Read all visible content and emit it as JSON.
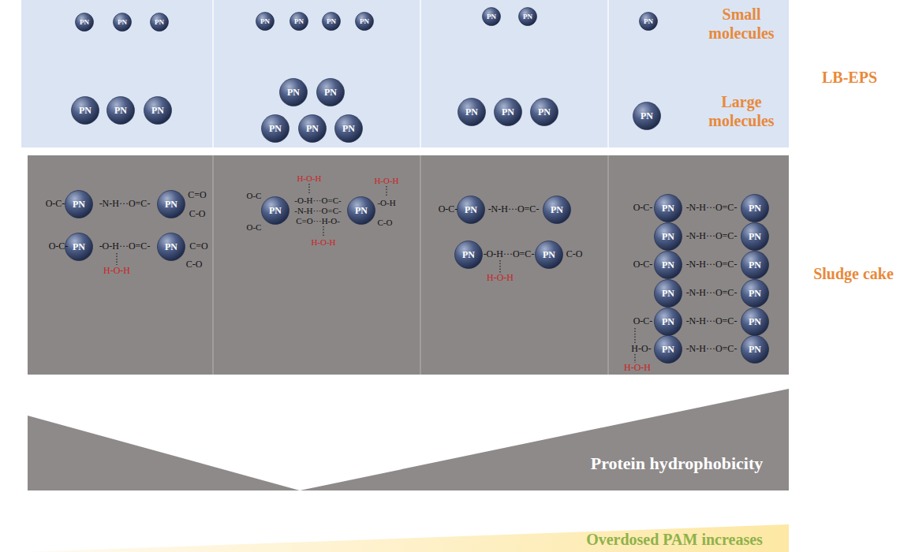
{
  "diagram": {
    "nodes": [
      {
        "text": [
          "Small molecules",
          "Large molecules",
          "LB-EPS"
        ]
      },
      {
        "text": [
          "PN"
        ],
        "in": 0
      },
      {
        "text": [
          "PN"
        ],
        "in": 0
      },
      {
        "text": [
          "PN"
        ],
        "in": 0
      },
      {
        "text": [
          "PN"
        ],
        "in": 0
      },
      {
        "text": [
          "PN"
        ],
        "in": 0
      },
      {
        "text": [
          "PN"
        ],
        "in": 0
      },
      {
        "text": [
          "PN"
        ],
        "in": 0
      },
      {
        "text": [
          "PN"
        ],
        "in": 0
      },
      {
        "text": [
          "PN"
        ],
        "in": 0
      },
      {
        "text": [
          "PN"
        ],
        "in": 0
      },
      {
        "text": [
          "PN"
        ],
        "in": 0
      },
      {
        "text": [
          "PN"
        ],
        "in": 0
      },
      {
        "text": [
          "PN"
        ],
        "in": 0
      },
      {
        "text": [
          "PN"
        ],
        "in": 0
      },
      {
        "text": [
          "PN"
        ],
        "in": 0
      },
      {
        "text": [
          "PN"
        ],
        "in": 0
      },
      {
        "text": [
          "PN"
        ],
        "in": 0
      },
      {
        "text": [
          "PN"
        ],
        "in": 0
      },
      {
        "text": [
          "PN"
        ],
        "in": 0
      },
      {
        "text": [
          "PN"
        ],
        "in": 0
      },
      {
        "text": [
          "PN"
        ],
        "in": 0
      },
      {
        "text": [
          "PN"
        ],
        "in": 0
      },
      {
        "text": [
          "Sludge cake"
        ]
      },
      {
        "text": [
          "PN"
        ],
        "in": 23
      },
      {
        "text": [
          "PN"
        ],
        "in": 23
      },
      {
        "text": [
          "PN"
        ],
        "in": 23
      },
      {
        "text": [
          "PN"
        ],
        "in": 23
      },
      {
        "text": [
          "PN"
        ],
        "in": 23
      },
      {
        "text": [
          "PN"
        ],
        "in": 23
      },
      {
        "text": [
          "PN"
        ],
        "in": 23
      },
      {
        "text": [
          "PN"
        ],
        "in": 23
      },
      {
        "text": [
          "PN"
        ],
        "in": 23
      },
      {
        "text": [
          "PN"
        ],
        "in": 23
      },
      {
        "text": [
          "PN"
        ],
        "in": 23
      },
      {
        "text": [
          "PN"
        ],
        "in": 23
      },
      {
        "text": [
          "PN"
        ],
        "in": 23
      },
      {
        "text": [
          "PN"
        ],
        "in": 23
      },
      {
        "text": [
          "PN"
        ],
        "in": 23
      },
      {
        "text": [
          "PN"
        ],
        "in": 23
      },
      {
        "text": [
          "PN"
        ],
        "in": 23
      },
      {
        "text": [
          "PN"
        ],
        "in": 23
      },
      {
        "text": [
          "PN"
        ],
        "in": 23
      },
      {
        "text": [
          "PN"
        ],
        "in": 23
      },
      {
        "text": [
          "PN"
        ],
        "in": 23
      },
      {
        "text": [
          "PN"
        ],
        "in": 23
      },
      {
        "text": [
          "Protein hydrophobicity"
        ]
      },
      {
        "text": [
          "Overdosed PAM increases"
        ]
      }
    ],
    "labels": [
      "O-C-",
      "-N-H···O=C-",
      "C=O",
      "C-O",
      "O-C-",
      "-O-H···O=C-",
      "C=O",
      "C-O",
      "H-O-H",
      "O-C",
      "H-O-H",
      "H-O-H",
      "-O-H···O=C-",
      "-N-H···O=C-",
      "C=O···H-O-",
      "-O-H",
      "C-O",
      "O-C",
      "H-O-H",
      "O-C-",
      "-N-H···O=C-",
      "-O-H···O=C-",
      "C-O",
      "H-O-H",
      "O-C-",
      "-N-H···O=C-",
      "-N-H···O=C-",
      "O-C-",
      "-N-H···O=C-",
      "-N-H···O=C-",
      "O-C-",
      "-N-H···O=C-",
      "H-O-",
      "-N-H···O=C-",
      "H-O-H"
    ]
  }
}
